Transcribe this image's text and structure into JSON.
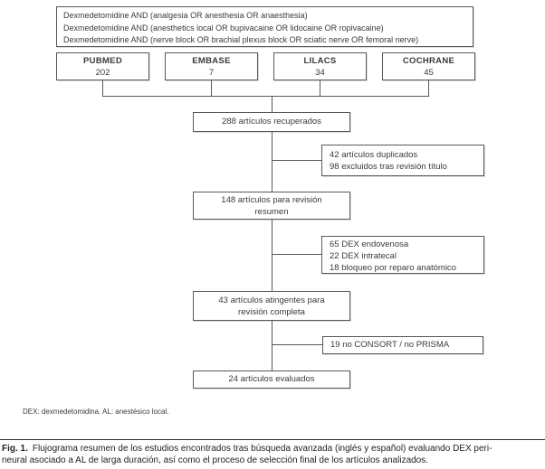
{
  "figure": {
    "search_strategy": {
      "lines": [
        "Dexmedetomidine AND (analgesia OR anesthesia OR anaesthesia)",
        "Dexmedetomidine AND (anesthetics local OR bupivacaine OR lidocaine OR ropivacaine)",
        "Dexmedetomidine AND (nerve block OR brachial plexus block OR sciatic nerve OR femoral nerve)"
      ]
    },
    "databases": [
      {
        "name": "PUBMED",
        "count": "202"
      },
      {
        "name": "EMBASE",
        "count": "7"
      },
      {
        "name": "LILACS",
        "count": "34"
      },
      {
        "name": "COCHRANE",
        "count": "45"
      }
    ],
    "flow": {
      "retrieved": "288 artículos recuperados",
      "excluded_title_lines": [
        "42 artículos duplicados",
        "98 excluidos tras revisión título"
      ],
      "abstract_review_lines": [
        "148 artículos para revisión",
        "resumen"
      ],
      "excluded_abstract_lines": [
        "65 DEX endovenosa",
        "22 DEX intratecal",
        "18 bloqueo por reparo anatómico"
      ],
      "full_review_lines": [
        "43 artículos atingentes para",
        "revisión completa"
      ],
      "excluded_reporting": "19 no CONSORT / no PRISMA",
      "evaluated": "24 artículos evaluados"
    },
    "footnote": "DEX: dexmedetomidina. AL: anestésico local.",
    "caption": {
      "label": "Fig. 1.",
      "line1": "Flujograma resumen de los estudios encontrados tras búsqueda avanzada (inglés y español) evaluando DEX peri-",
      "line2": "neural asociado a AL de larga duración, así como el proceso de selección final de los artículos analizados."
    },
    "colors": {
      "line": "#585858",
      "text": "#3a3a3a"
    }
  }
}
